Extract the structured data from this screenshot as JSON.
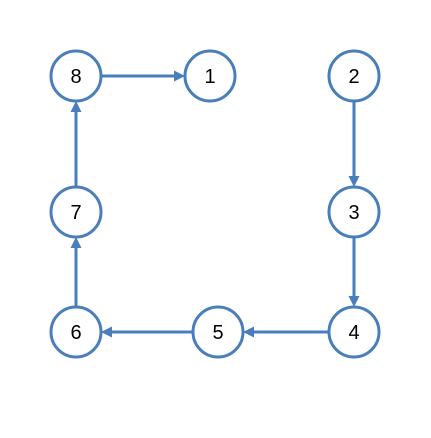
{
  "colors": {
    "accent": "#4a7ebb",
    "text": "#000000",
    "background": "#ffffff"
  },
  "diagram": {
    "type": "directed-graph",
    "nodes": [
      {
        "id": "n8",
        "label": "8"
      },
      {
        "id": "n1",
        "label": "1"
      },
      {
        "id": "n2",
        "label": "2"
      },
      {
        "id": "n7",
        "label": "7"
      },
      {
        "id": "n3",
        "label": "3"
      },
      {
        "id": "n6",
        "label": "6"
      },
      {
        "id": "n5",
        "label": "5"
      },
      {
        "id": "n4",
        "label": "4"
      }
    ],
    "edges": [
      {
        "from": "n8",
        "to": "n1"
      },
      {
        "from": "n2",
        "to": "n3"
      },
      {
        "from": "n3",
        "to": "n4"
      },
      {
        "from": "n4",
        "to": "n5"
      },
      {
        "from": "n5",
        "to": "n6"
      },
      {
        "from": "n6",
        "to": "n7"
      },
      {
        "from": "n7",
        "to": "n8"
      }
    ]
  }
}
